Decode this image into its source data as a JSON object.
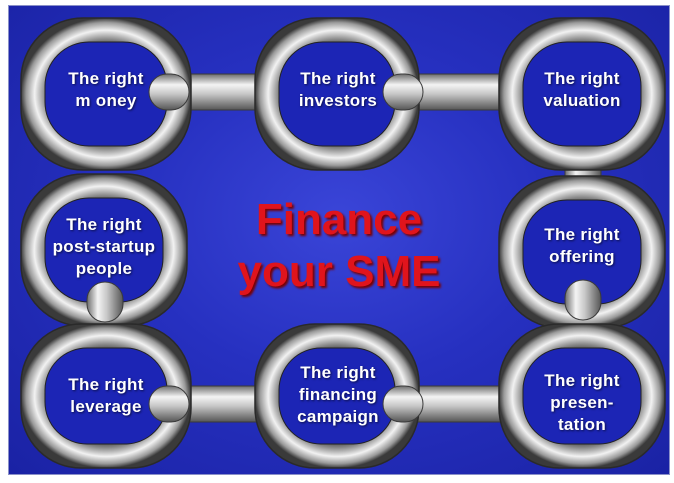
{
  "title": [
    "Finance",
    "your SME"
  ],
  "rings": [
    {
      "id": "money",
      "lines": [
        "The right",
        "m oney"
      ]
    },
    {
      "id": "investors",
      "lines": [
        "The right",
        "investors"
      ]
    },
    {
      "id": "valuation",
      "lines": [
        "The right",
        "valuation"
      ]
    },
    {
      "id": "people",
      "lines": [
        "The right",
        "post-startup",
        "people"
      ]
    },
    {
      "id": "offering",
      "lines": [
        "The right",
        "offering"
      ]
    },
    {
      "id": "leverage",
      "lines": [
        "The right",
        "leverage"
      ]
    },
    {
      "id": "campaign",
      "lines": [
        "The right",
        "financing",
        "campaign"
      ]
    },
    {
      "id": "presentation",
      "lines": [
        "The right",
        "presen-",
        "tation"
      ]
    }
  ],
  "colors": {
    "background": "#2630c0",
    "ring_inner": "#1c25b5",
    "title": "#e0141c",
    "label": "#ffffff"
  }
}
